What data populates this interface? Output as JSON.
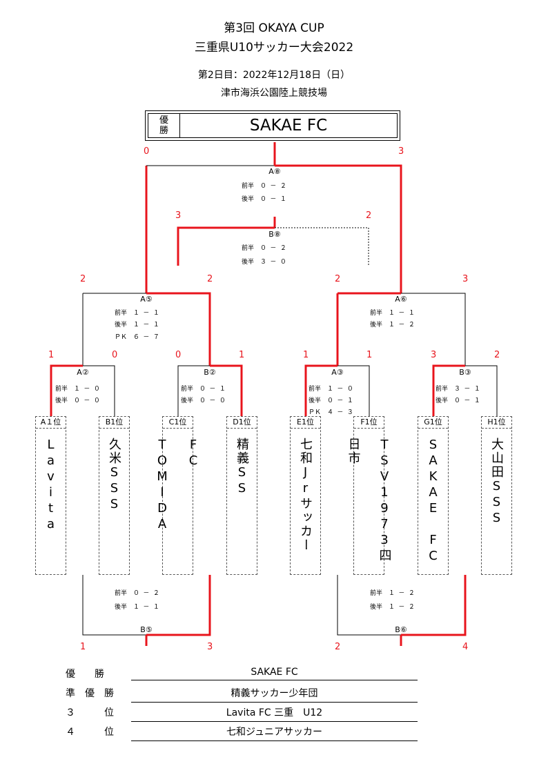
{
  "header": {
    "title_line1": "第3回 OKAYA CUP",
    "title_line2": "三重県U10サッカー大会2022",
    "date": "第2日目：2022年12月18日（日）",
    "venue": "津市海浜公園陸上競技場"
  },
  "champion": {
    "tag_1": "優",
    "tag_2": "勝",
    "name": "SAKAE FC"
  },
  "teams": [
    {
      "seed": "A１位",
      "name": "Lavita"
    },
    {
      "seed": "B1位",
      "name": "久米SSS"
    },
    {
      "seed": "C1位",
      "name": "FC TOMIDA"
    },
    {
      "seed": "D1位",
      "name": "精義SS"
    },
    {
      "seed": "E1位",
      "name": "七和Jrサッカー"
    },
    {
      "seed": "F1位",
      "name": "TSV1973四日市"
    },
    {
      "seed": "G1位",
      "name": "SAKAE FC"
    },
    {
      "seed": "H1位",
      "name": "大山田SSS"
    }
  ],
  "matches": {
    "A2": {
      "label": "A②",
      "h1": "前半　１ － ０",
      "h2": "後半　０ － ０",
      "left": "1",
      "right": "0"
    },
    "B2": {
      "label": "B②",
      "h1": "前半　０ － １",
      "h2": "後半　０ － ０",
      "left": "0",
      "right": "1"
    },
    "A3": {
      "label": "A③",
      "h1": "前半　１ － ０",
      "h2": "後半　０ － １",
      "pk": "ＰＫ　４ － ３",
      "left": "1",
      "right": "1"
    },
    "B3": {
      "label": "B③",
      "h1": "前半　３ － １",
      "h2": "後半　０ － １",
      "left": "3",
      "right": "2"
    },
    "A5": {
      "label": "A⑤",
      "h1": "前半　１ － １",
      "h2": "後半　１ － １",
      "pk": "ＰＫ　６ － ７",
      "left": "2",
      "right": "2"
    },
    "A6": {
      "label": "A⑥",
      "h1": "前半　１ － １",
      "h2": "後半　１ － ２",
      "left": "2",
      "right": "3"
    },
    "A8": {
      "label": "A⑧",
      "h1": "前半　０ － ２",
      "h2": "後半　０ － １",
      "left": "0",
      "right": "3"
    },
    "B8": {
      "label": "B⑧",
      "h1": "前半　０ － ２",
      "h2": "後半　３ － ０",
      "left": "3",
      "right": "2"
    },
    "B5": {
      "label": "B⑤",
      "h1": "前半　０ － ２",
      "h2": "後半　１ － １",
      "left": "1",
      "right": "3"
    },
    "B6": {
      "label": "B⑥",
      "h1": "前半　１ － ２",
      "h2": "後半　１ － ２",
      "left": "2",
      "right": "4"
    }
  },
  "rankings": [
    {
      "label": "優　　勝",
      "value": "SAKAE FC"
    },
    {
      "label": "準　優　勝",
      "value": "精義サッカー少年団"
    },
    {
      "label": "３　　　位",
      "value": "Lavita FC 三重　U12"
    },
    {
      "label": "４　　　位",
      "value": "七和ジュニアサッカー"
    }
  ],
  "colors": {
    "win_line": "#e8141c",
    "line": "#000000"
  }
}
